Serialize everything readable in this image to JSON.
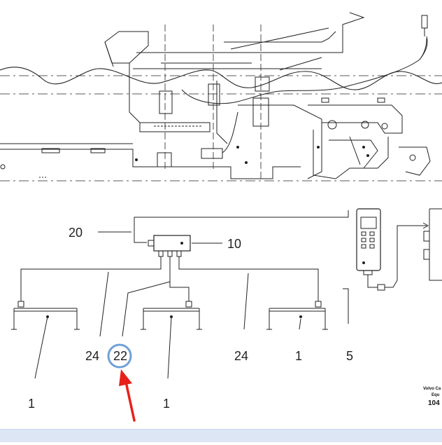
{
  "callouts": {
    "c20": "20",
    "c10": "10",
    "c24_left": "24",
    "c22": "22",
    "c24_right": "24",
    "c1_mid_right": "1",
    "c5": "5",
    "c1_bottom_left": "1",
    "c1_bottom_mid": "1"
  },
  "stamp": {
    "line1": "Volvo Ca",
    "line2": "Equ",
    "line3": "104"
  },
  "highlight": {
    "target": "22",
    "circle_color": "#6fa1d6",
    "arrow_color": "#e8201a"
  },
  "bottom_bar_color": "#dce6f4"
}
